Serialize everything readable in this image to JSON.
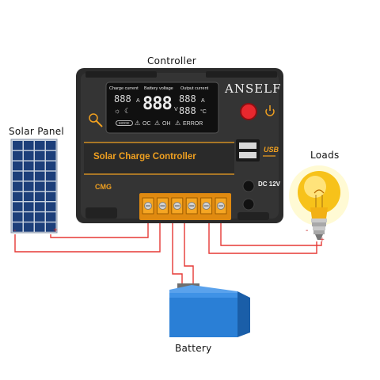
{
  "labels": {
    "controller": "Controller",
    "solar_panel": "Solar Panel",
    "loads": "Loads",
    "battery": "Battery"
  },
  "device": {
    "brand": "ANSELF",
    "name": "Solar Charge Controller",
    "model": "CMG",
    "dc_label": "DC 12V",
    "usb_label": "USB",
    "lcd": {
      "charge_current": "Charge current",
      "battery_voltage": "Battery voltage",
      "output_current": "Output current",
      "digits_small": "888",
      "digits_large": "888",
      "unit_a": "A",
      "unit_v": "V",
      "unit_c": "°C",
      "oc": "OC",
      "oh": "OH",
      "error": "ERROR",
      "mode": "MODE"
    }
  },
  "polarity": {
    "panel_minus": "-",
    "panel_plus": "+",
    "load_minus": "-",
    "load_plus": "+"
  },
  "colors": {
    "wire": "#e53935",
    "accent": "#f0a020",
    "controller_body": "#2b2b2b",
    "battery_blue": "#2a7fd6"
  }
}
